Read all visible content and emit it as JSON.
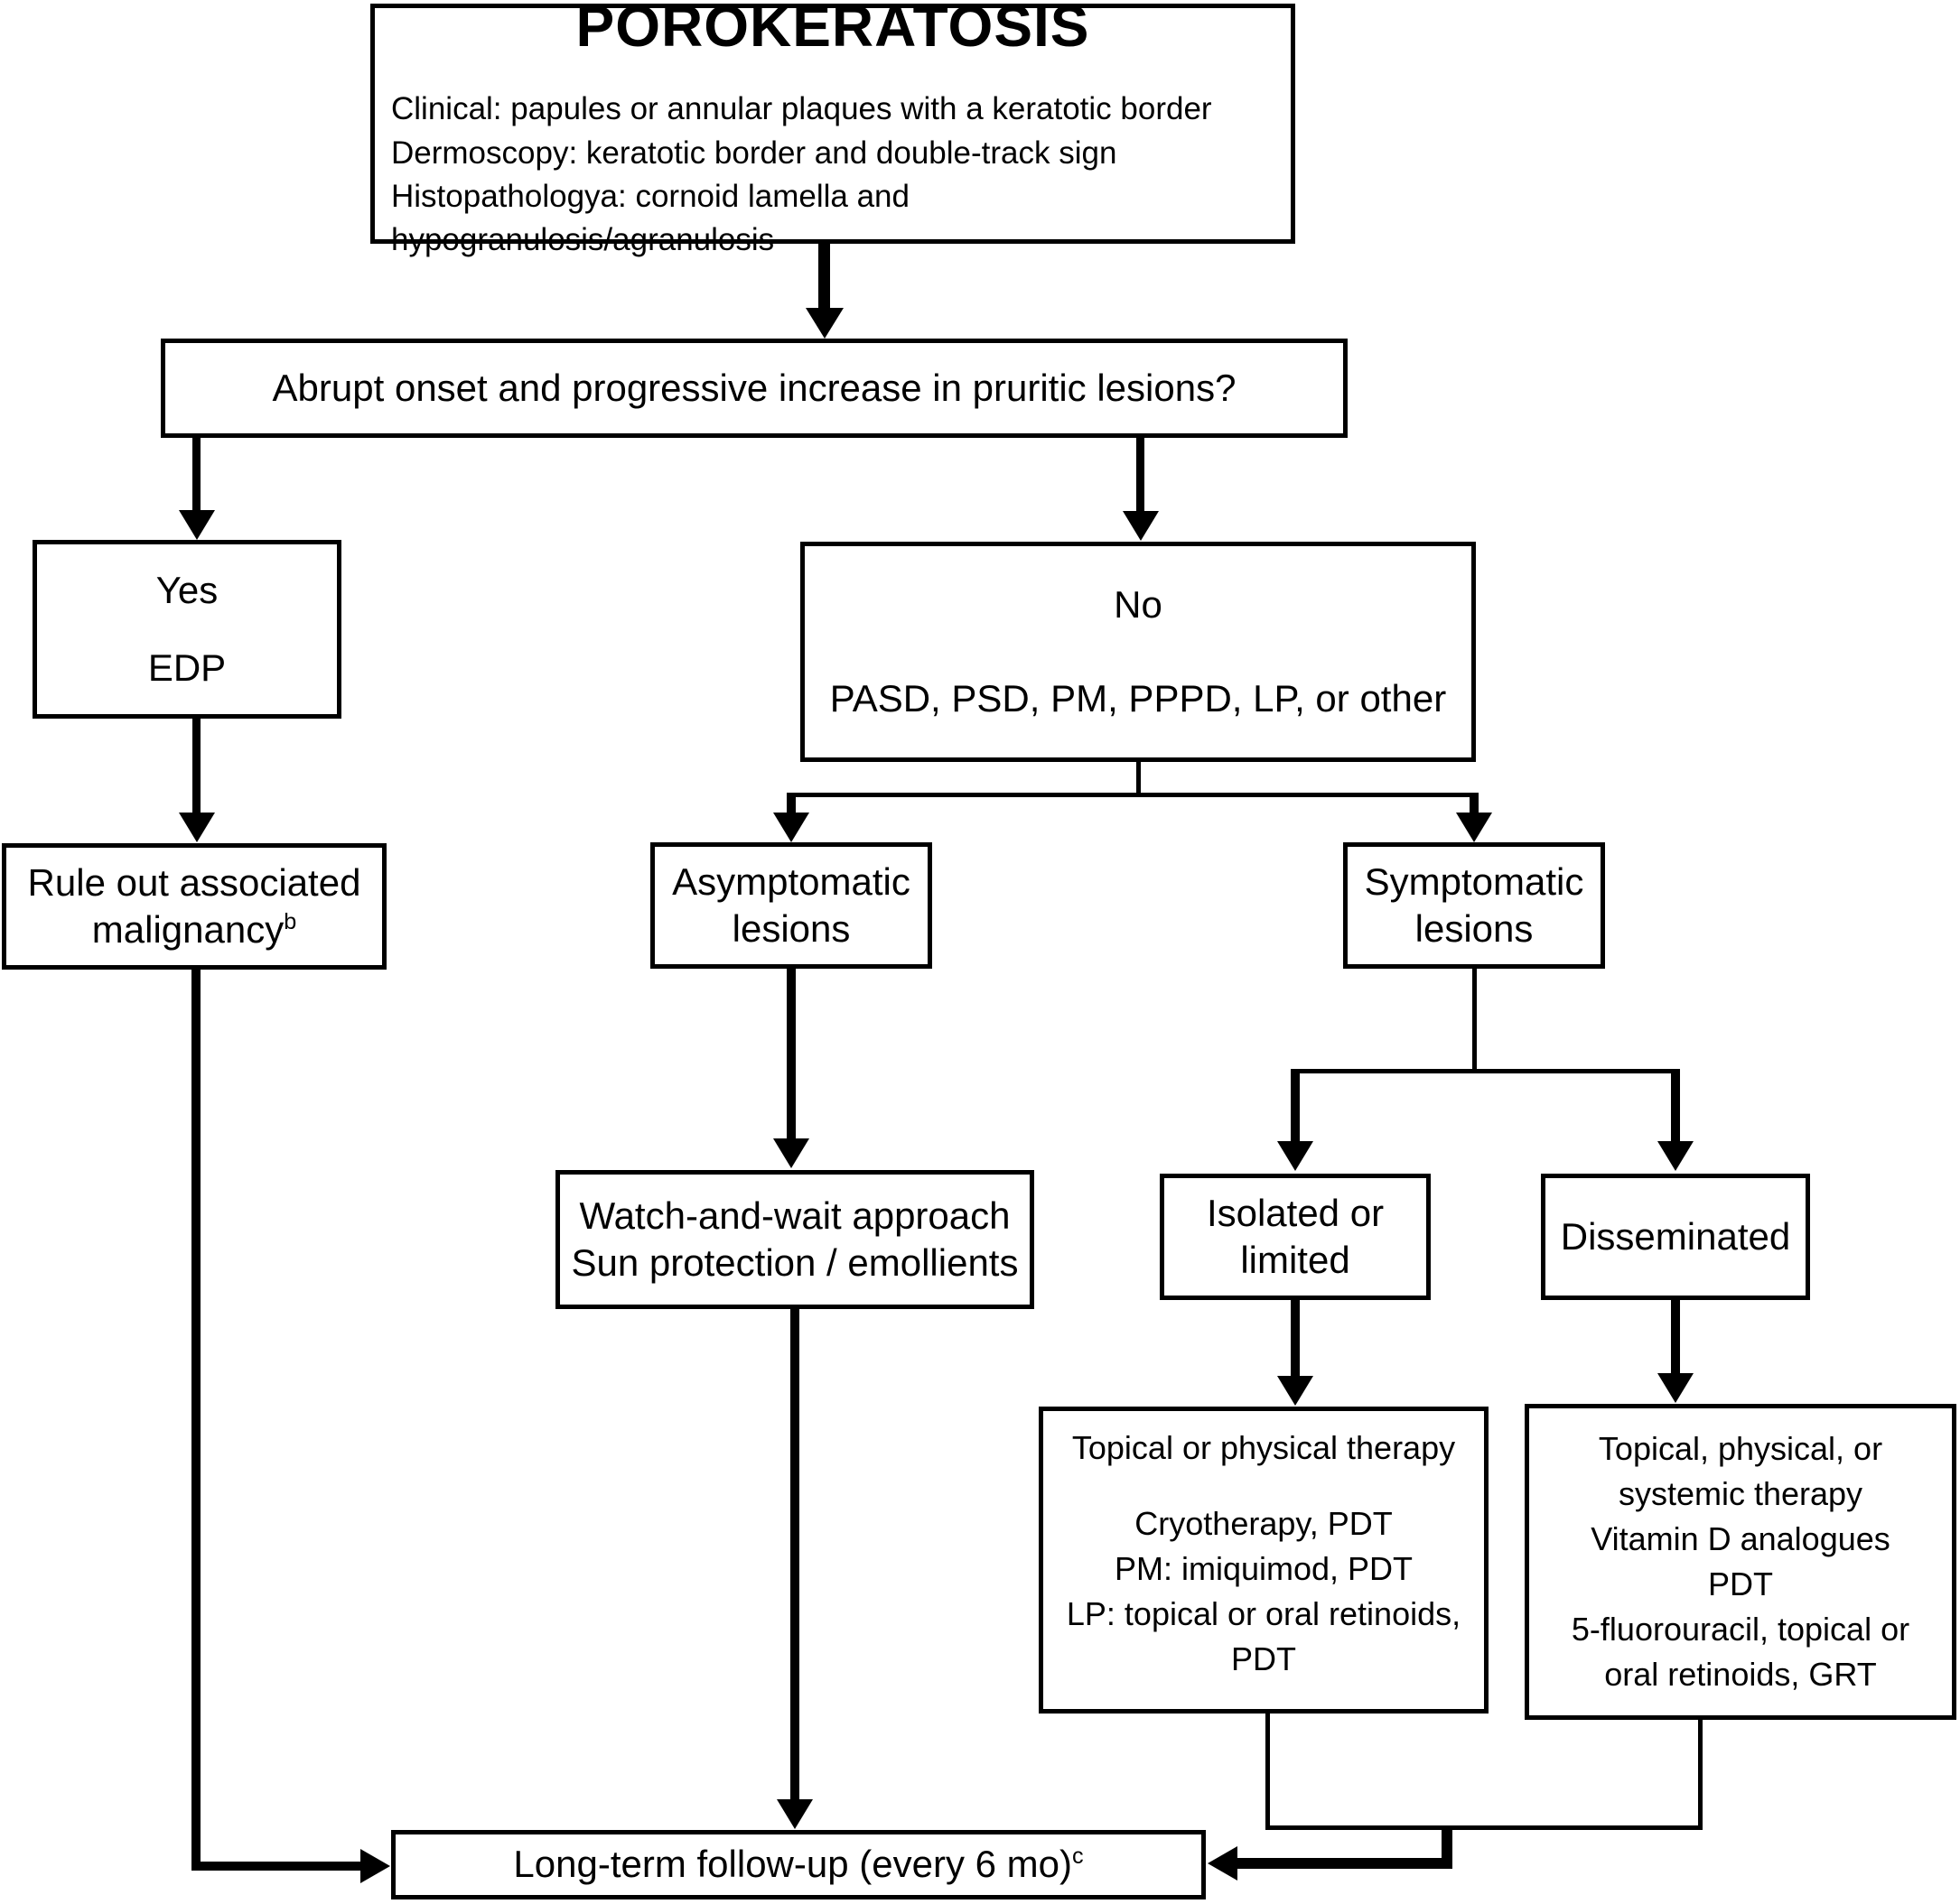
{
  "diagram": {
    "top": {
      "title": "POROKERATOSIS",
      "line1": "Clinical: papules or annular plaques with a keratotic border",
      "line2": "Dermoscopy: keratotic border and double-track sign",
      "line3": "Histopathologya: cornoid lamella and hypogranulosis/agranulosis"
    },
    "question": {
      "text": "Abrupt onset and progressive increase in pruritic lesions?"
    },
    "yes_box": {
      "line1": "Yes",
      "line2": "EDP"
    },
    "no_box": {
      "line1": "No",
      "line2": "PASD, PSD, PM, PPPD, LP, or other"
    },
    "rule_out": {
      "line1": "Rule out associated",
      "line2_base": "malignancy",
      "line2_sup": "b"
    },
    "asymptomatic": {
      "line1": "Asymptomatic",
      "line2": "lesions"
    },
    "symptomatic": {
      "line1": "Symptomatic",
      "line2": "lesions"
    },
    "watch": {
      "line1": "Watch-and-wait approach",
      "line2": "Sun protection / emollients"
    },
    "isolated": {
      "line1": "Isolated or",
      "line2": "limited"
    },
    "disseminated": {
      "text": "Disseminated"
    },
    "topical_physical": {
      "title": "Topical or physical therapy",
      "line1": "Cryotherapy, PDT",
      "line2": "PM: imiquimod, PDT",
      "line3": "LP: topical or oral retinoids,",
      "line4": "PDT"
    },
    "systemic": {
      "line1": "Topical, physical, or",
      "line2": "systemic therapy",
      "line3": "Vitamin D analogues",
      "line4": "PDT",
      "line5": "5-fluorouracil, topical or",
      "line6": "oral retinoids, GRT"
    },
    "follow_up": {
      "base": "Long-term follow-up (every 6 mo)",
      "sup": "c"
    },
    "colors": {
      "line": "#000000",
      "box_fill": "#ffffff",
      "text": "#000000"
    }
  }
}
